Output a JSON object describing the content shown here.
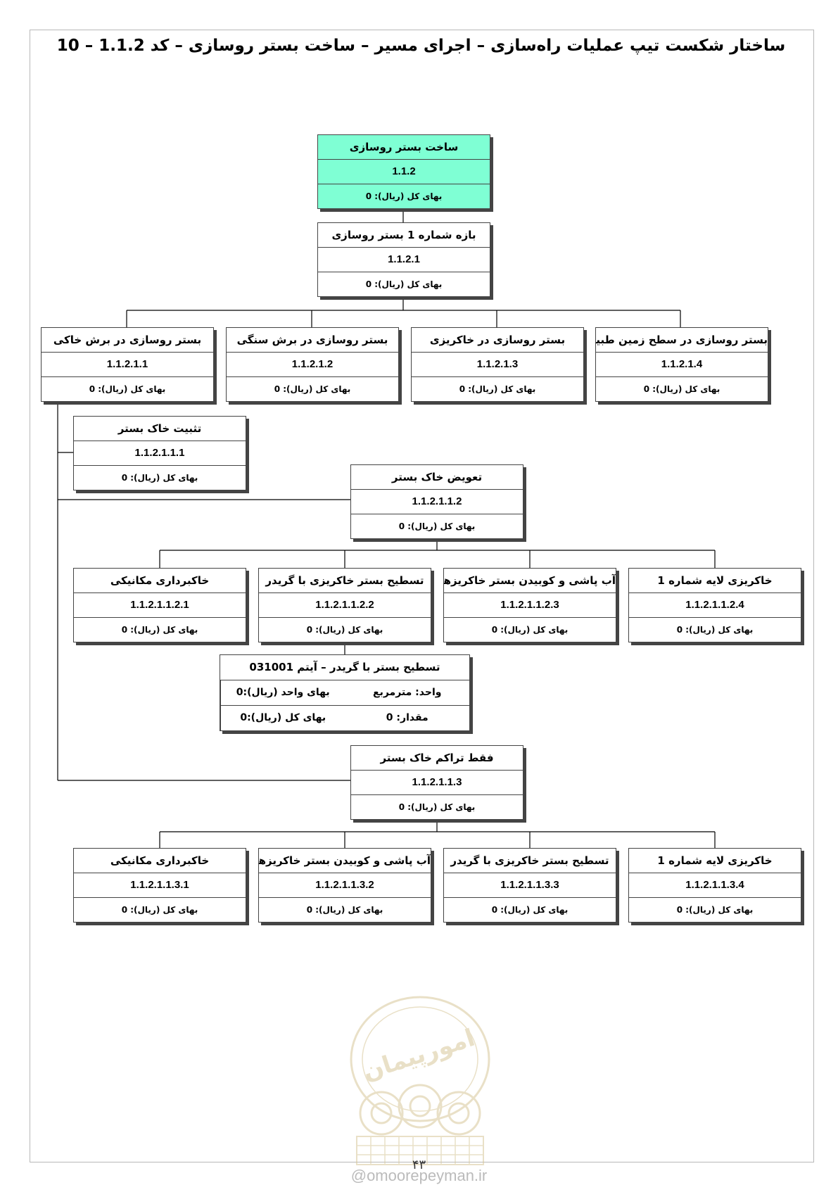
{
  "title": "ساختار شکست تیپ عملیات راه‌سازی – اجرای مسیر – ساخت بستر روسازی – کد 1.1.2 – 10",
  "cost_label": "بهای کل (ریال): 0",
  "nodes": {
    "root": {
      "name": "ساخت بستر روسازی",
      "code": "1.1.2"
    },
    "n1": {
      "name": "بازه شماره 1 بستر روسازی",
      "code": "1.1.2.1"
    },
    "a1": {
      "name": "بستر روسازی در برش خاکی",
      "code": "1.1.2.1.1"
    },
    "a2": {
      "name": "بستر روسازی در برش سنگی",
      "code": "1.1.2.1.2"
    },
    "a3": {
      "name": "بستر روسازی در خاکریزی",
      "code": "1.1.2.1.3"
    },
    "a4": {
      "name": "بستر روسازی در سطح زمین طبیعی",
      "code": "1.1.2.1.4"
    },
    "b1": {
      "name": "تثبیت خاک بستر",
      "code": "1.1.2.1.1.1"
    },
    "b2": {
      "name": "تعویض خاک بستر",
      "code": "1.1.2.1.1.2"
    },
    "c1": {
      "name": "خاکبرداری مکانیکی",
      "code": "1.1.2.1.1.2.1"
    },
    "c2": {
      "name": "تسطیح بستر خاکریزی با گریدر",
      "code": "1.1.2.1.1.2.2"
    },
    "c3": {
      "name": "آب پاشی و کوبیدن بستر خاکریزها",
      "code": "1.1.2.1.1.2.3"
    },
    "c4": {
      "name": "خاکریزی لایه شماره 1",
      "code": "1.1.2.1.1.2.4"
    },
    "b3": {
      "name": "فقط تراکم خاک بستر",
      "code": "1.1.2.1.1.3"
    },
    "d1": {
      "name": "خاکبرداری مکانیکی",
      "code": "1.1.2.1.1.3.1"
    },
    "d2": {
      "name": "آب پاشی و کوبیدن بستر خاکریزها",
      "code": "1.1.2.1.1.3.2"
    },
    "d3": {
      "name": "تسطیح بستر خاکریزی با گریدر",
      "code": "1.1.2.1.1.3.3"
    },
    "d4": {
      "name": "خاکریزی لایه شماره 1",
      "code": "1.1.2.1.1.3.4"
    }
  },
  "item": {
    "title": "تسطیح بستر با گریدر – آیتم 031001",
    "unit": "واحد: مترمربع",
    "unit_price": "بهای واحد (ریال):0",
    "quantity": "مقدار: 0",
    "total": "بهای کل (ریال):0"
  },
  "colors": {
    "root_fill": "#7fffd4",
    "border": "#444444"
  },
  "watermark": {
    "text": "امورپیمان",
    "icon": "gears-emblem-icon"
  },
  "page_number": "۴۳",
  "site": "@omoorepeyman.ir"
}
